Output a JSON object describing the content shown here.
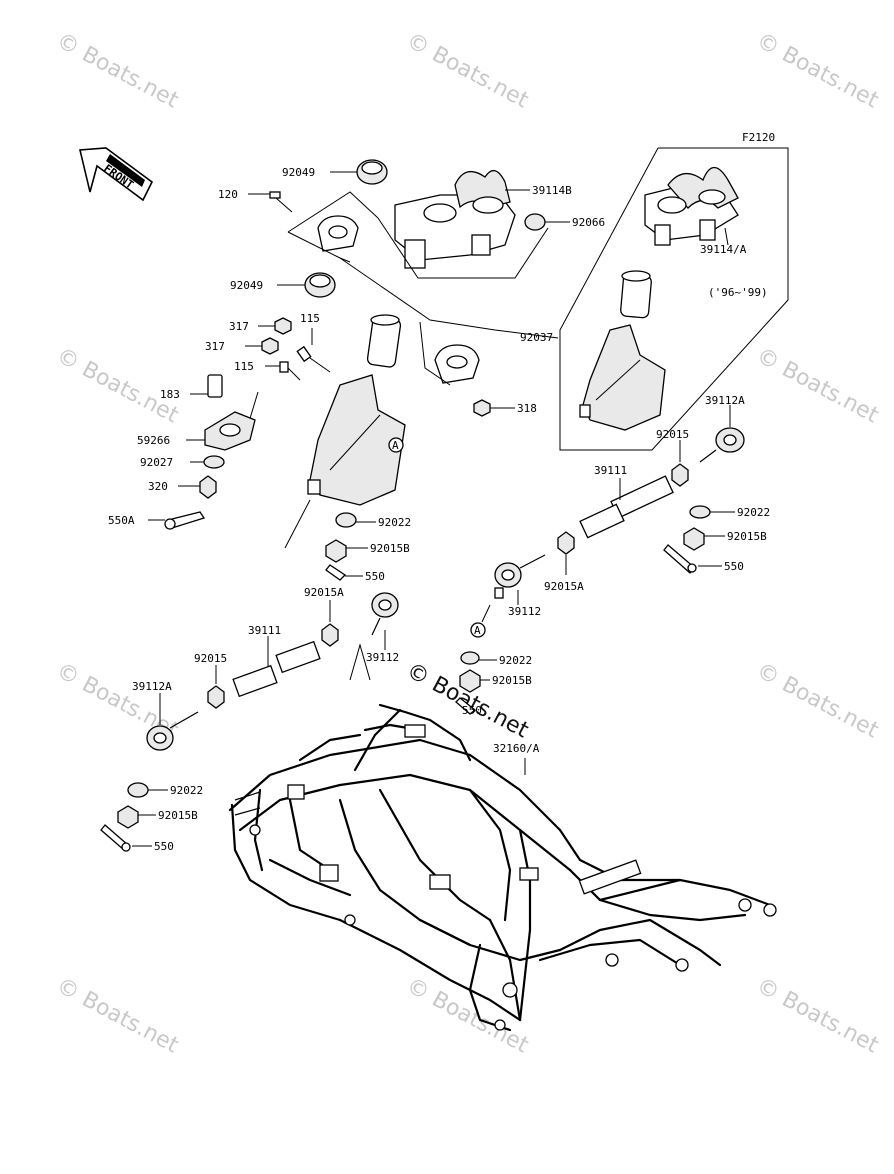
{
  "diagram": {
    "code": "F2120",
    "front_label": "FRONT",
    "year_range": "('96~'99)",
    "callout_letter": "A",
    "labels": {
      "p92049_top": "92049",
      "p120": "120",
      "p39114B": "39114B",
      "p92066": "92066",
      "p39114A": "39114/A",
      "p92049_bot": "92049",
      "p92037": "92037",
      "p317_a": "317",
      "p115_a": "115",
      "p317_b": "317",
      "p115_b": "115",
      "p183": "183",
      "p318": "318",
      "p39112A_r": "39112A",
      "p59266": "59266",
      "p92015_r": "92015",
      "p92027": "92027",
      "p39111_r": "39111",
      "p320": "320",
      "p92022_r": "92022",
      "p550A": "550A",
      "p92022_c": "92022",
      "p92015B_r": "92015B",
      "p92015B_c": "92015B",
      "p550_c": "550",
      "p550_r": "550",
      "p92015A_r": "92015A",
      "p92015A_l": "92015A",
      "p39112_r": "39112",
      "p39111_l": "39111",
      "p39112_l": "39112",
      "p92015_l": "92015",
      "p92022_m": "92022",
      "p92015B_m": "92015B",
      "p39112A_l": "39112A",
      "p550_m": "550",
      "p32160A": "32160/A",
      "p92022_l": "92022",
      "p92015B_l": "92015B",
      "p550_l": "550"
    }
  },
  "watermarks": {
    "text": "© Boats.net",
    "center_text": "© Boats.net"
  }
}
